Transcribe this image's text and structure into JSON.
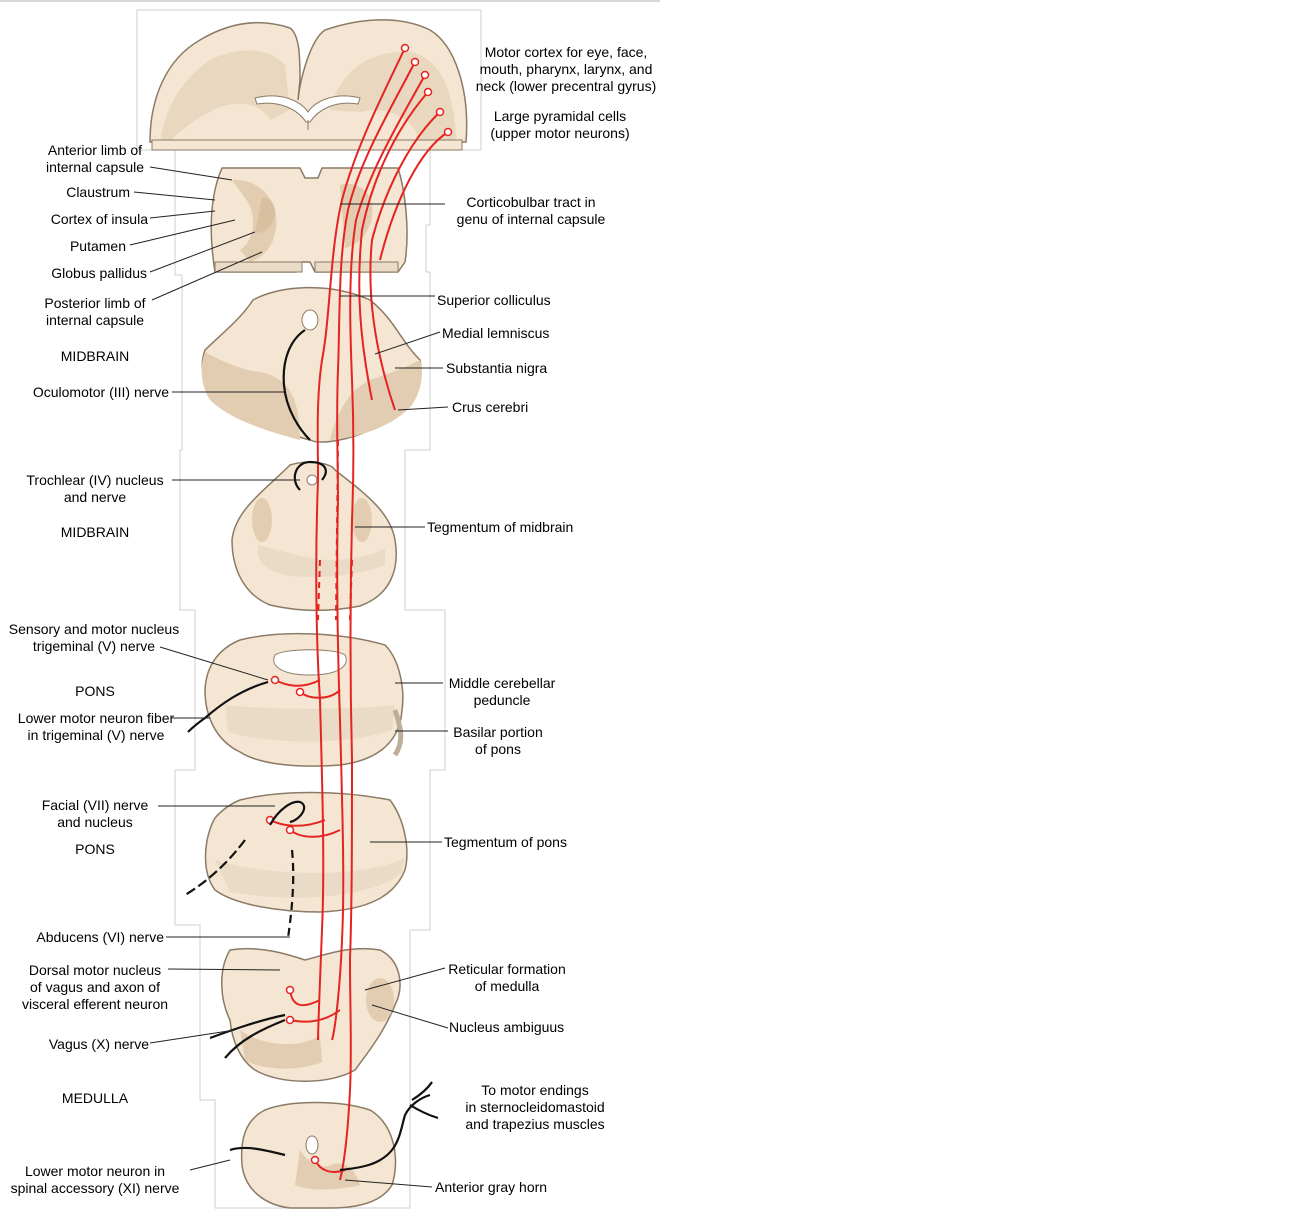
{
  "colors": {
    "tract_red": "#e52421",
    "tissue": "#f4e6d2",
    "gray_matter": "#e3cdb2",
    "outline": "#8a7a66",
    "nerve": "#111111"
  },
  "labels": {
    "motor_cortex": "Motor cortex for eye, face,\nmouth, pharynx, larynx, and\nneck (lower precentral gyrus)",
    "pyramidal_cells": "Large pyramidal cells\n(upper motor neurons)",
    "anterior_limb": "Anterior limb of\ninternal capsule",
    "claustrum": "Claustrum",
    "cortex_insula": "Cortex of insula",
    "putamen": "Putamen",
    "globus_pallidus": "Globus pallidus",
    "posterior_limb": "Posterior limb of\ninternal capsule",
    "corticobulbar": "Corticobulbar tract in\ngenu of internal capsule",
    "midbrain_1": "MIDBRAIN",
    "superior_colliculus": "Superior colliculus",
    "medial_lemniscus": "Medial lemniscus",
    "substantia_nigra": "Substantia nigra",
    "oculomotor": "Oculomotor (III) nerve",
    "crus_cerebri": "Crus cerebri",
    "trochlear": "Trochlear (IV) nucleus\nand nerve",
    "midbrain_2": "MIDBRAIN",
    "tegmentum_midbrain": "Tegmentum of midbrain",
    "trigeminal_nucleus": "Sensory and motor nucleus\ntrigeminal (V) nerve",
    "pons_1": "PONS",
    "lower_motor_trigeminal": "Lower motor neuron fiber\nin trigeminal (V) nerve",
    "middle_cerebellar": "Middle cerebellar\npeduncle",
    "basilar_pons": "Basilar portion\nof pons",
    "facial": "Facial (VII) nerve\nand nucleus",
    "pons_2": "PONS",
    "tegmentum_pons": "Tegmentum of pons",
    "abducens": "Abducens (VI) nerve",
    "dorsal_vagus": "Dorsal motor nucleus\nof vagus and axon of\nvisceral efferent neuron",
    "reticular": "Reticular formation\nof medulla",
    "vagus": "Vagus (X) nerve",
    "ambiguus": "Nucleus ambiguus",
    "medulla": "MEDULLA",
    "motor_endings": "To motor endings\nin sternocleidomastoid\nand trapezius muscles",
    "lower_motor_accessory": "Lower motor neuron in\nspinal accessory (XI) nerve",
    "anterior_gray_horn": "Anterior gray horn"
  }
}
